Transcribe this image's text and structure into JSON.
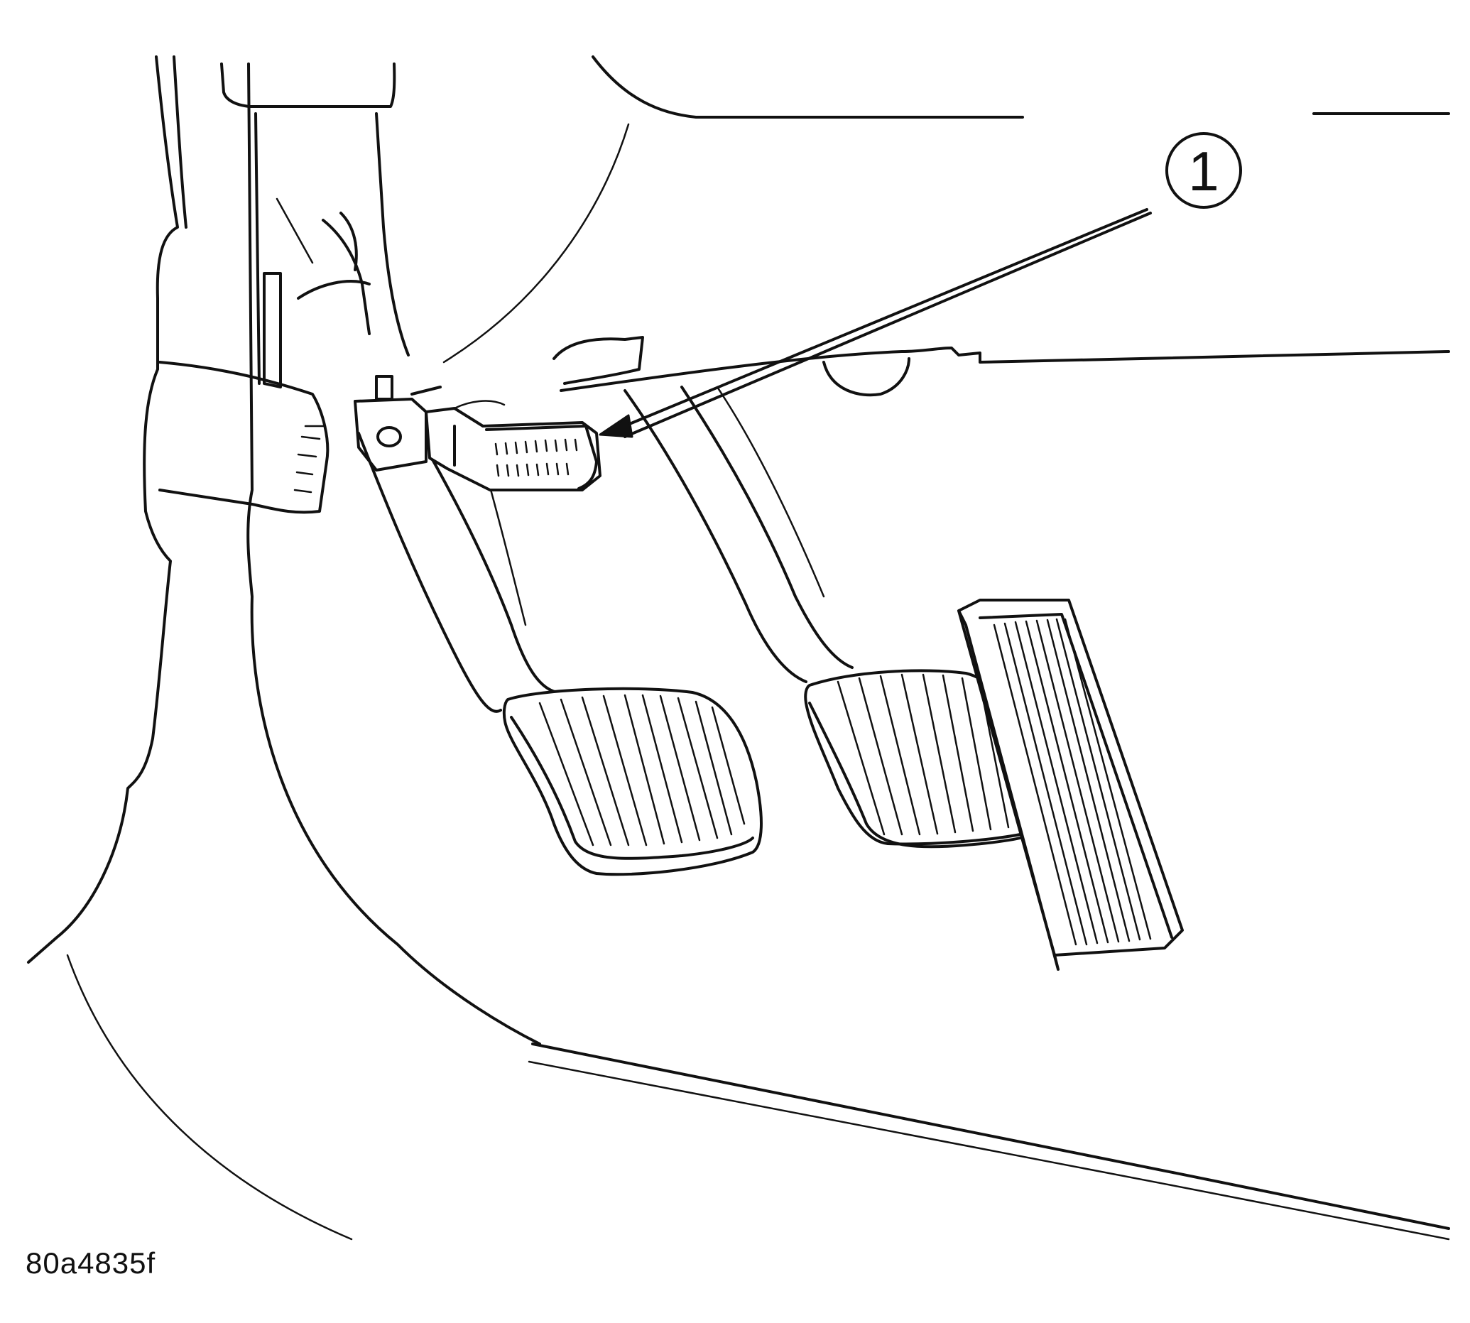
{
  "figure": {
    "id_label": "80a4835f",
    "callouts": [
      {
        "number": "1",
        "target": "data-link-connector"
      }
    ],
    "icons": {
      "callout": "circled-number",
      "pointer": "arrow-leader"
    },
    "colors": {
      "line": "#111111",
      "background": "#ffffff"
    }
  }
}
